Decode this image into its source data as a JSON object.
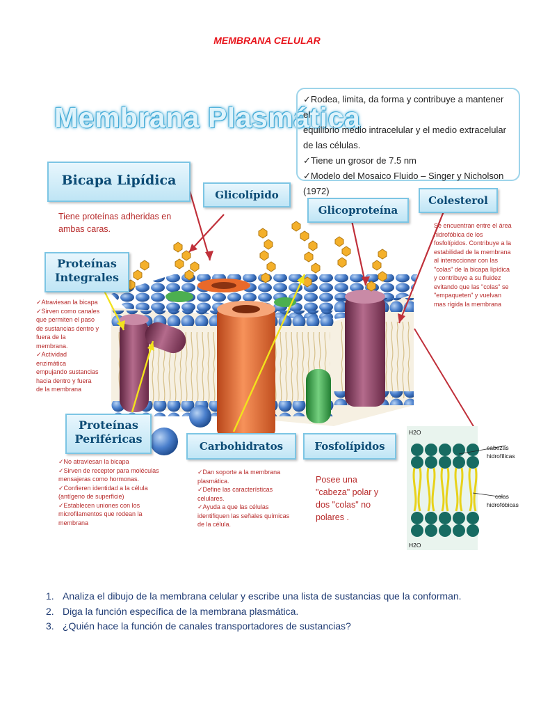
{
  "document": {
    "title": "MEMBRANA CELULAR"
  },
  "figure": {
    "main_title": "Membrana Plasmática",
    "info_box": [
      "✓Rodea, limita, da forma y contribuye a mantener el",
      "equilibrio medio intracelular y el medio extracelular",
      "de las células.",
      "✓Tiene un grosor de 7.5 nm",
      "✓Modelo del Mosaico Fluido – Singer y Nicholson",
      "(1972)"
    ],
    "labels": {
      "bicapa": "Bicapa Lipídica",
      "glicolipido": "Glicolípido",
      "glicoproteina": "Glicoproteína",
      "colesterol": "Colesterol",
      "integrales_1": "Proteínas",
      "integrales_2": "Integrales",
      "perifericas_1": "Proteínas",
      "perifericas_2": "Periféricas",
      "carbohidratos": "Carbohidratos",
      "fosfolipidos": "Fosfolípidos"
    },
    "bicapa_desc": [
      "Tiene proteínas adheridas en",
      "ambas caras."
    ],
    "integrales_desc": [
      "✓Atraviesan la bicapa",
      "✓Sirven como canales",
      "que permiten el paso",
      "de sustancias dentro y",
      "fuera de la",
      "membrana.",
      "✓Actividad",
      "enzimática",
      "empujando sustancias",
      "hacia dentro y fuera",
      "de la membrana"
    ],
    "colesterol_desc": [
      "Se encuentran entre el área",
      "hidrofóbica de los",
      "fosfolípidos. Contribuye a la",
      "estabilidad de la membrana",
      "al interaccionar con las",
      "\"colas\" de la bicapa lipídica",
      "y contribuye a su fluidez",
      "evitando que las \"colas\" se",
      "\"empaqueten\" y vuelvan",
      "mas rígida la membrana"
    ],
    "perifericas_desc": [
      "✓No atraviesan la bicapa",
      "✓Sirven de receptor para moléculas",
      "mensajeras como hormonas.",
      "✓Confieren identidad a la célula",
      "(antígeno de superficie)",
      "✓Establecen uniones con los",
      "microfilamentos que rodean la",
      "membrana"
    ],
    "carbohidratos_desc": [
      "✓Dan soporte a la membrana",
      "plasmática.",
      "✓Define las características",
      "celulares.",
      "✓Ayuda a que las células",
      "identifiquen las señales químicas",
      "de la célula."
    ],
    "fosfolipidos_desc": [
      "Posee una",
      "\"cabeza\" polar y",
      "dos \"colas\" no",
      "polares ."
    ],
    "bilayer_inset": {
      "h2o_top": "H2O",
      "h2o_bottom": "H2O",
      "cabezas_1": "cabezas",
      "cabezas_2": "hidrofílicas",
      "colas_1": "colas",
      "colas_2": "hidrofóbicas"
    },
    "colors": {
      "phospholipid_head": "#3a6fc0",
      "protein_orange": "#e9692a",
      "protein_purple": "#8a3a5a",
      "protein_green": "#3aa04a",
      "sugar_chain": "#f0a623",
      "arrow_red": "#c0303a",
      "arrow_yellow": "#f2e21c"
    }
  },
  "questions": [
    {
      "number": "1.",
      "text": "Analiza el dibujo de la membrana celular y escribe una lista de sustancias que la conforman."
    },
    {
      "number": "2.",
      "text": "Diga la función específica de la membrana plasmática."
    },
    {
      "number": "3.",
      "text": "¿Quién hace la función de canales transportadores de sustancias?"
    }
  ]
}
